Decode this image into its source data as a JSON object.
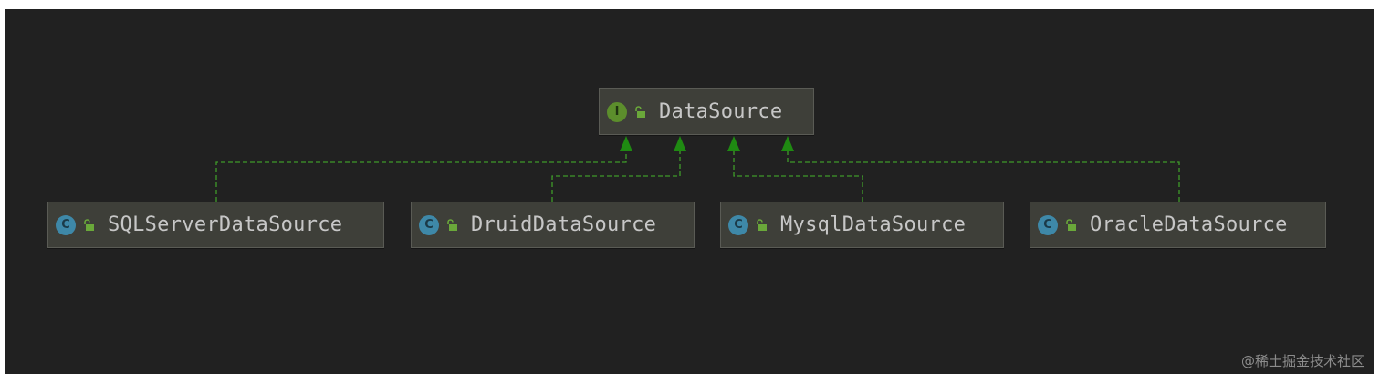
{
  "diagram": {
    "interface_node": {
      "label": "DataSource",
      "kind_letter": "I",
      "kind_icon": "interface-icon",
      "visibility_icon": "unlocked-icon"
    },
    "class_nodes": [
      {
        "label": "SQLServerDataSource",
        "kind_letter": "C",
        "kind_icon": "class-icon",
        "visibility_icon": "unlocked-icon"
      },
      {
        "label": "DruidDataSource",
        "kind_letter": "C",
        "kind_icon": "class-icon",
        "visibility_icon": "unlocked-icon"
      },
      {
        "label": "MysqlDataSource",
        "kind_letter": "C",
        "kind_icon": "class-icon",
        "visibility_icon": "unlocked-icon"
      },
      {
        "label": "OracleDataSource",
        "kind_letter": "C",
        "kind_icon": "class-icon",
        "visibility_icon": "unlocked-icon"
      }
    ],
    "edges": [
      {
        "from": "SQLServerDataSource",
        "to": "DataSource",
        "style": "dashed",
        "arrow": "filled-triangle"
      },
      {
        "from": "DruidDataSource",
        "to": "DataSource",
        "style": "dashed",
        "arrow": "filled-triangle"
      },
      {
        "from": "MysqlDataSource",
        "to": "DataSource",
        "style": "dashed",
        "arrow": "filled-triangle"
      },
      {
        "from": "OracleDataSource",
        "to": "DataSource",
        "style": "dashed",
        "arrow": "filled-triangle"
      }
    ]
  },
  "watermark": "@稀土掘金技术社区",
  "colors": {
    "background": "#212121",
    "node_fill": "#3e3f39",
    "edge": "#3f9a2a",
    "class_badge": "#3e88a8",
    "interface_badge": "#5c8e2c"
  }
}
